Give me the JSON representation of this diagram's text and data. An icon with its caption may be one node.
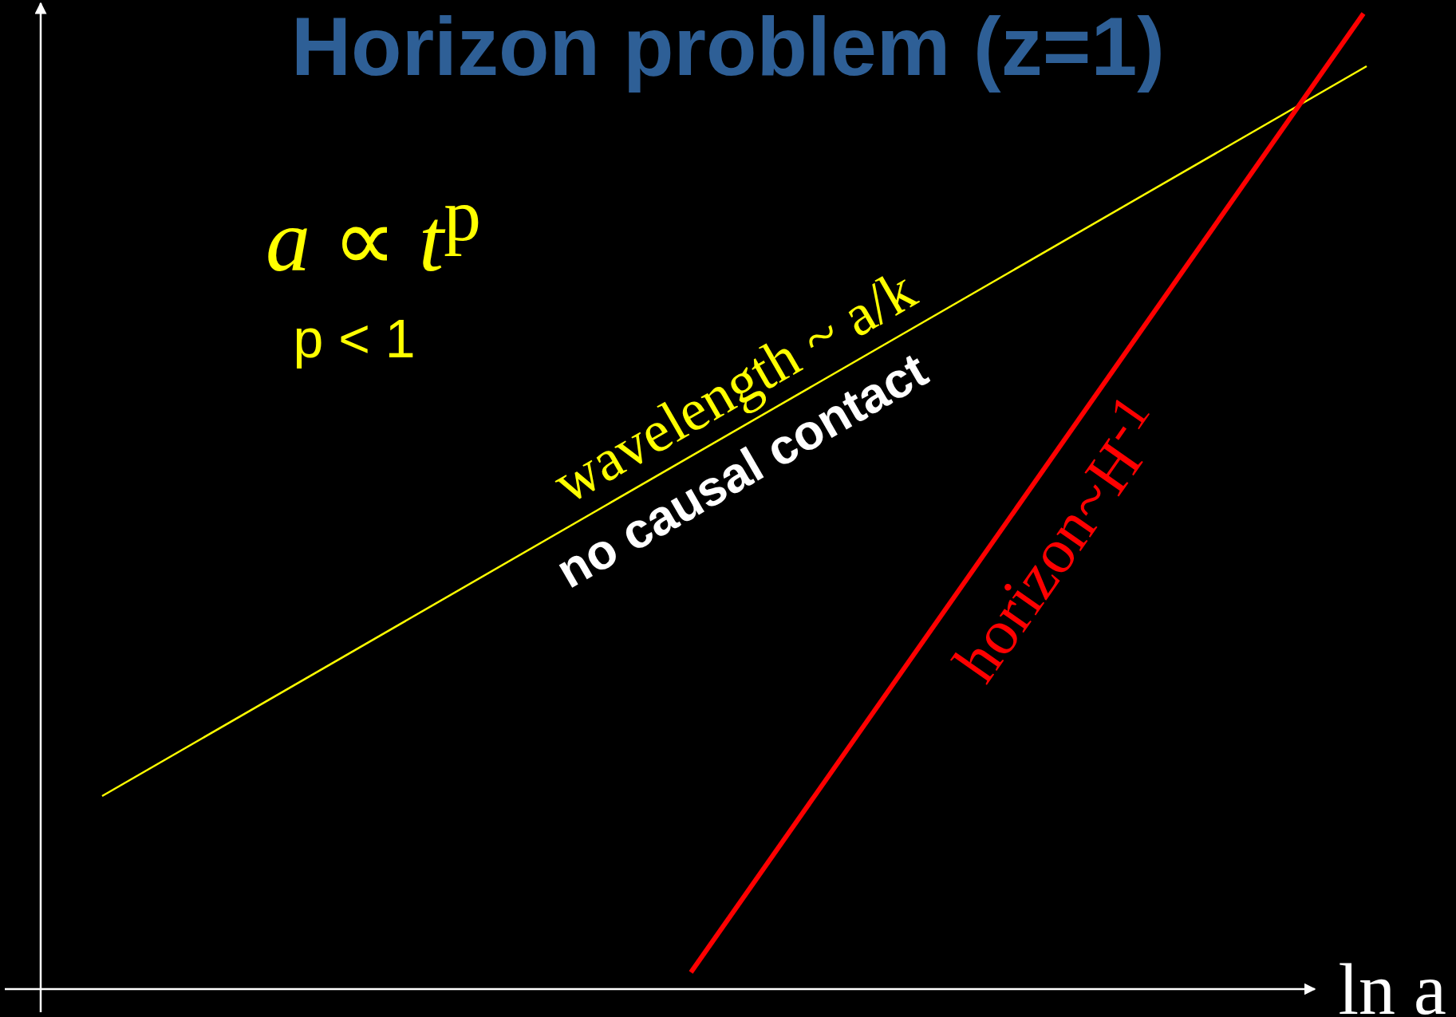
{
  "diagram": {
    "title": "Horizon problem (z=1)",
    "labels": [
      "*a* ∝ *t*$^{p}$",
      "p < 1",
      "wavelength ~ a/k",
      "no causal contact",
      "horizon~H$^{-1}$",
      "ln a"
    ]
  }
}
